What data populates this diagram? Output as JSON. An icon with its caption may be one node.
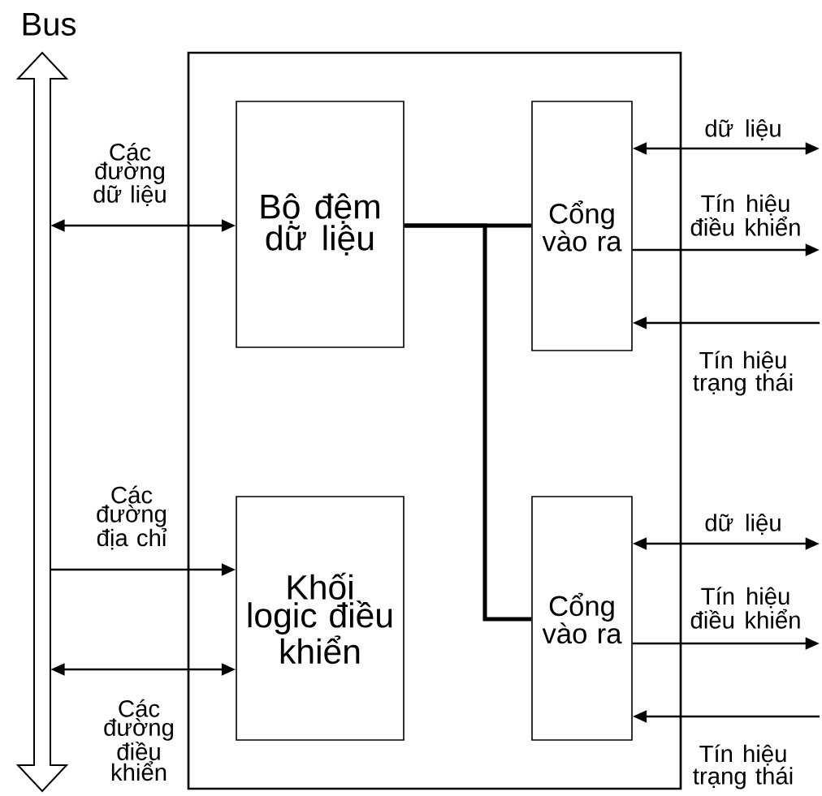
{
  "diagram": {
    "nodes": [
      {
        "text": [
          "Bus"
        ]
      },
      {
        "text": [],
        "shape": "box"
      },
      {
        "text": [
          "Bộ đệm dữ liệu"
        ],
        "in": 1
      },
      {
        "text": [
          "Cổng vào ra"
        ],
        "in": 1
      },
      {
        "text": [
          "Khối logic điều khiển"
        ],
        "in": 1
      },
      {
        "text": [
          "Cổng vào ra"
        ],
        "in": 1
      }
    ],
    "edges": [
      {
        "from": 0,
        "to": 2,
        "arrow": "both",
        "label": "Các đường dữ liệu"
      },
      {
        "from": 0,
        "to": 4,
        "arrow": "to",
        "label": "Các đường địa chỉ"
      },
      {
        "from": 0,
        "to": 4,
        "arrow": "both",
        "label": "Các đường điều khiển"
      },
      {
        "from": 2,
        "to": 3,
        "arrow": "none",
        "style": "thick"
      },
      {
        "from": 2,
        "to": 5,
        "arrow": "none",
        "style": "thick"
      },
      {
        "from": 3,
        "to": null,
        "arrow": "both",
        "label": "dữ liệu"
      },
      {
        "from": 3,
        "to": null,
        "arrow": "to",
        "label": "Tín hiệu điều khiển"
      },
      {
        "from": null,
        "to": 3,
        "arrow": "to",
        "label": "Tín hiệu trạng thái"
      },
      {
        "from": 5,
        "to": null,
        "arrow": "both",
        "label": "dữ liệu"
      },
      {
        "from": 5,
        "to": null,
        "arrow": "to",
        "label": "Tín hiệu điều khiển"
      },
      {
        "from": null,
        "to": 5,
        "arrow": "to",
        "label": "Tín hiệu trạng thái"
      }
    ]
  }
}
